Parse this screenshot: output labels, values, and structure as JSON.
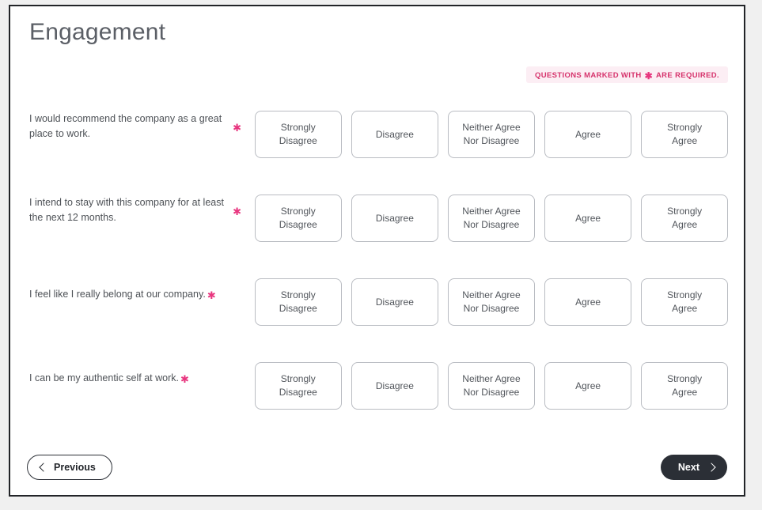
{
  "page": {
    "title": "Engagement"
  },
  "required_notice": {
    "prefix": "QUESTIONS MARKED WITH",
    "star": "✱",
    "suffix": "ARE REQUIRED."
  },
  "scale_options": [
    {
      "label_line1": "Strongly",
      "label_line2": "Disagree"
    },
    {
      "label_line1": "Disagree",
      "label_line2": ""
    },
    {
      "label_line1": "Neither Agree",
      "label_line2": "Nor Disagree"
    },
    {
      "label_line1": "Agree",
      "label_line2": ""
    },
    {
      "label_line1": "Strongly",
      "label_line2": "Agree"
    }
  ],
  "questions": [
    {
      "text": "I would recommend the company as a great place to work.",
      "required_marker": "✱"
    },
    {
      "text": "I intend to stay with this company for at least the next 12 months.",
      "required_marker": "✱"
    },
    {
      "text": "I feel like I really belong at our company.",
      "required_marker": "✱"
    },
    {
      "text": "I can be my authentic self at work.",
      "required_marker": "✱"
    }
  ],
  "footer": {
    "previous_label": "Previous",
    "next_label": "Next"
  },
  "colors": {
    "accent_pink": "#e8367f",
    "badge_text": "#d6336c",
    "badge_bg": "#fceef4",
    "next_bg": "#2b2f36",
    "option_border": "#b9bcc2",
    "title": "#5b5f66"
  }
}
